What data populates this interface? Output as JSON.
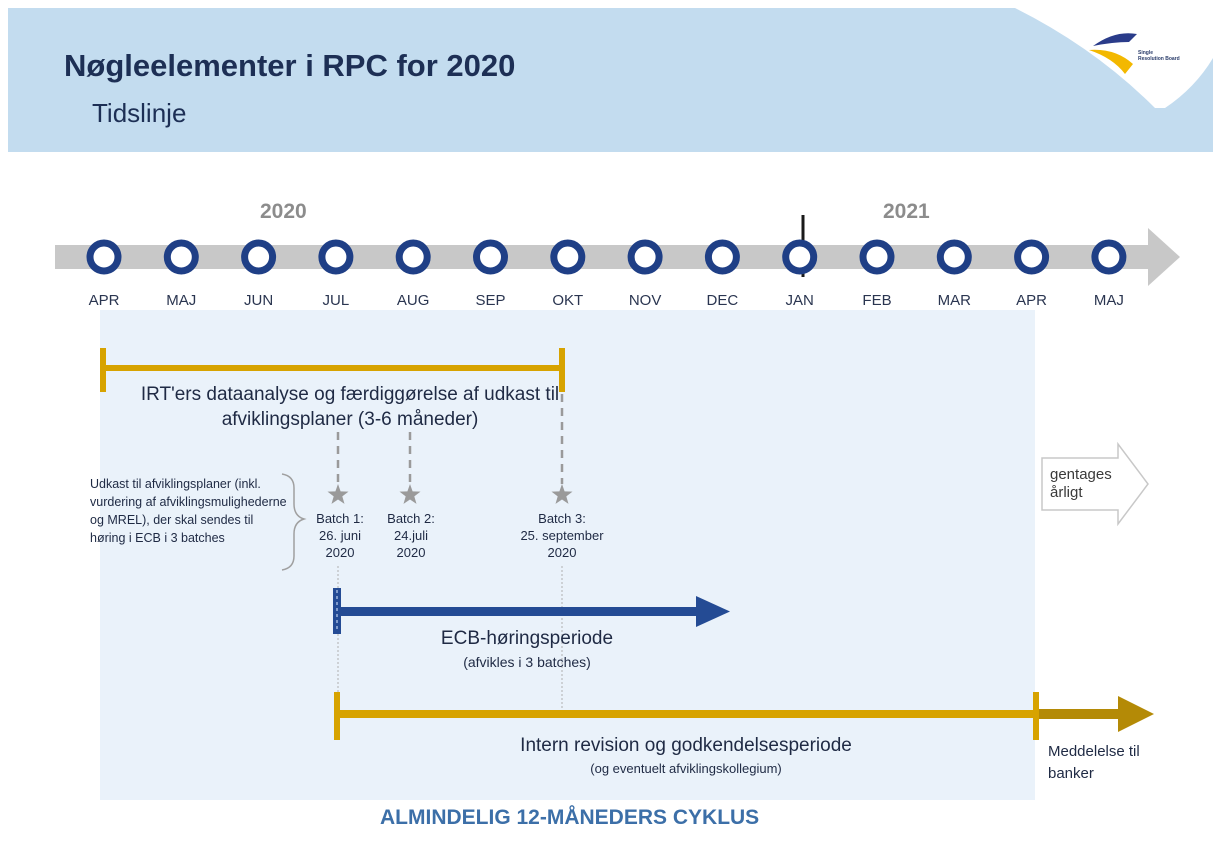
{
  "header": {
    "title": "Nøgleelementer i RPC for 2020",
    "subtitle": "Tidslinje",
    "logo_text": [
      "Single",
      "Resolution Board"
    ]
  },
  "timeline": {
    "years": [
      "2020",
      "2021"
    ],
    "months": [
      "APR",
      "MAJ",
      "JUN",
      "JUL",
      "AUG",
      "SEP",
      "OKT",
      "NOV",
      "DEC",
      "JAN",
      "FEB",
      "MAR",
      "APR",
      "MAJ"
    ]
  },
  "irt": {
    "label": "IRT'ers dataanalyse og færdiggørelse af udkast til afviklingsplaner (3-6 måneder)"
  },
  "drafts_note": "Udkast til afviklingsplaner (inkl. vurdering af afviklingsmulighederne og MREL), der skal sendes til høring i ECB i 3 batches",
  "batches": [
    {
      "line1": "Batch 1:",
      "line2": "26. juni",
      "line3": "2020"
    },
    {
      "line1": "Batch 2:",
      "line2": "24.juli",
      "line3": "2020"
    },
    {
      "line1": "Batch 3:",
      "line2": "25. september",
      "line3": "2020"
    }
  ],
  "ecb": {
    "title": "ECB-høringsperiode",
    "subtitle": "(afvikles i 3 batches)"
  },
  "internal": {
    "title": "Intern revision og godkendelsesperiode",
    "subtitle": "(og eventuelt afviklingskollegium)"
  },
  "notice": "Meddelelse til banker",
  "repeat": "gentages årligt",
  "footer": "ALMINDELIG 12-MÅNEDERS CYKLUS",
  "colors": {
    "header_bg": "#c3dcef",
    "cycle_bg": "#eaf2fa",
    "timeline_gray": "#c8c8c8",
    "node_blue": "#1f3f86",
    "gold": "#d7a300",
    "dark_gold": "#b48a06",
    "ecb_blue": "#244b94",
    "footer_blue": "#3c6fa8"
  }
}
